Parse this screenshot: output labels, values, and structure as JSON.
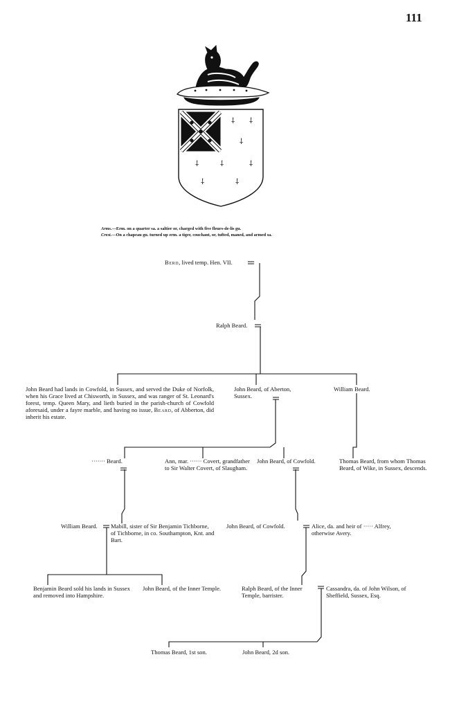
{
  "page_number": "111",
  "heraldry": {
    "arms_label": "Arms.",
    "arms_text": "—Erm. on a quarter sa. a saltier or, charged with five fleurs-de-lis gu.",
    "crest_label": "Crest.",
    "crest_text": "—On a chapeau gu. turned up erm. a tiger, couchant, or, tufted, maned, and armed sa."
  },
  "pedigree": {
    "beard_name": "Berd",
    "beard_rest": ", lived temp. Hen. VII.",
    "ralph_1": "Ralph Beard.",
    "john_cowfold_lands": "John Beard had lands in Cowfold, in Sussex, and served the Duke of Norfolk, when his Grace lived at Chisworth, in Sussex, and was ranger of St. Leonard's forest, temp. Queen Mary, and lieth buried in the parish-church of Cowfold aforesaid, under a fayre marble, and having no issue,",
    "john_cowfold_lands_sc": "Beard",
    "john_cowfold_lands_end": ", of Abberton, did inherit his estate.",
    "john_aberton": "John Beard, of Aberton, Sussex.",
    "william_1": "William Beard.",
    "dots_beard": "······· Beard.",
    "ann": "Ann, mar. ······ Covert, grandfather to Sir Walter Covert, of Slaugham.",
    "john_cowfold_1": "John Beard, of Cowfold.",
    "thomas_wike": "Thomas Beard, from whom Thomas Beard, of Wike, in Sussex, descends.",
    "william_2": "William Beard.",
    "mabill": "Mabill, sister of Sir Benjamin Tichborne, of Tichborne, in co. Southampton, Knt. and Bart.",
    "john_cowfold_2": "John Beard, of Cowfold.",
    "alice": "Alice, da. and heir of ····· Alfrey, otherwise Avery.",
    "benjamin": "Benjamin Beard sold his lands in Sussex and removed into Hampshire.",
    "john_inner": "John Beard, of the Inner Temple.",
    "ralph_2": "Ralph Beard, of the Inner Temple, barrister.",
    "cassandra": "Cassandra, da. of John Wilson, of Sheffield, Sussex, Esq.",
    "thomas_1st": "Thomas Beard, 1st son.",
    "john_2d": "John Beard, 2d son."
  }
}
